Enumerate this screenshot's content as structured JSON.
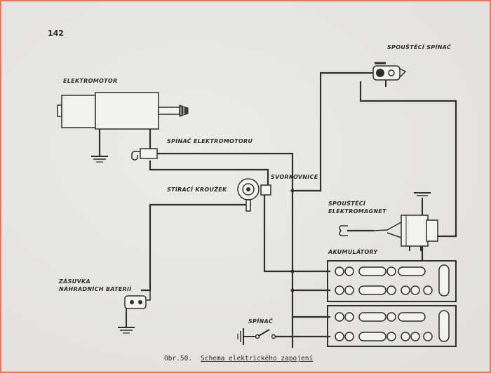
{
  "page_number": "142",
  "labels": {
    "elektromotor": "ELEKTROMOTOR",
    "spinac_elektromotoru": "SPÍNAČ ELEKTROMOTORU",
    "svorkovnice": "SVORKOVNICE",
    "stiraci_krouzek": "STÍRACÍ KROUŽEK",
    "spousteci_spinac": "SPOUŠTĚCÍ SPÍNAČ",
    "spousteci_elektromagnet_1": "SPOUŠTĚCÍ",
    "spousteci_elektromagnet_2": "ELEKTROMAGNET",
    "akumulatory": "AKUMULÁTORY",
    "zasuvka_1": "ZÁSUVKA",
    "zasuvka_2": "NÁHRADNÍCH BATERIÍ",
    "spinac": "SPÍNAČ"
  },
  "caption": {
    "prefix": "Obr.50.",
    "text": "Schema elektrického zapojení"
  }
}
